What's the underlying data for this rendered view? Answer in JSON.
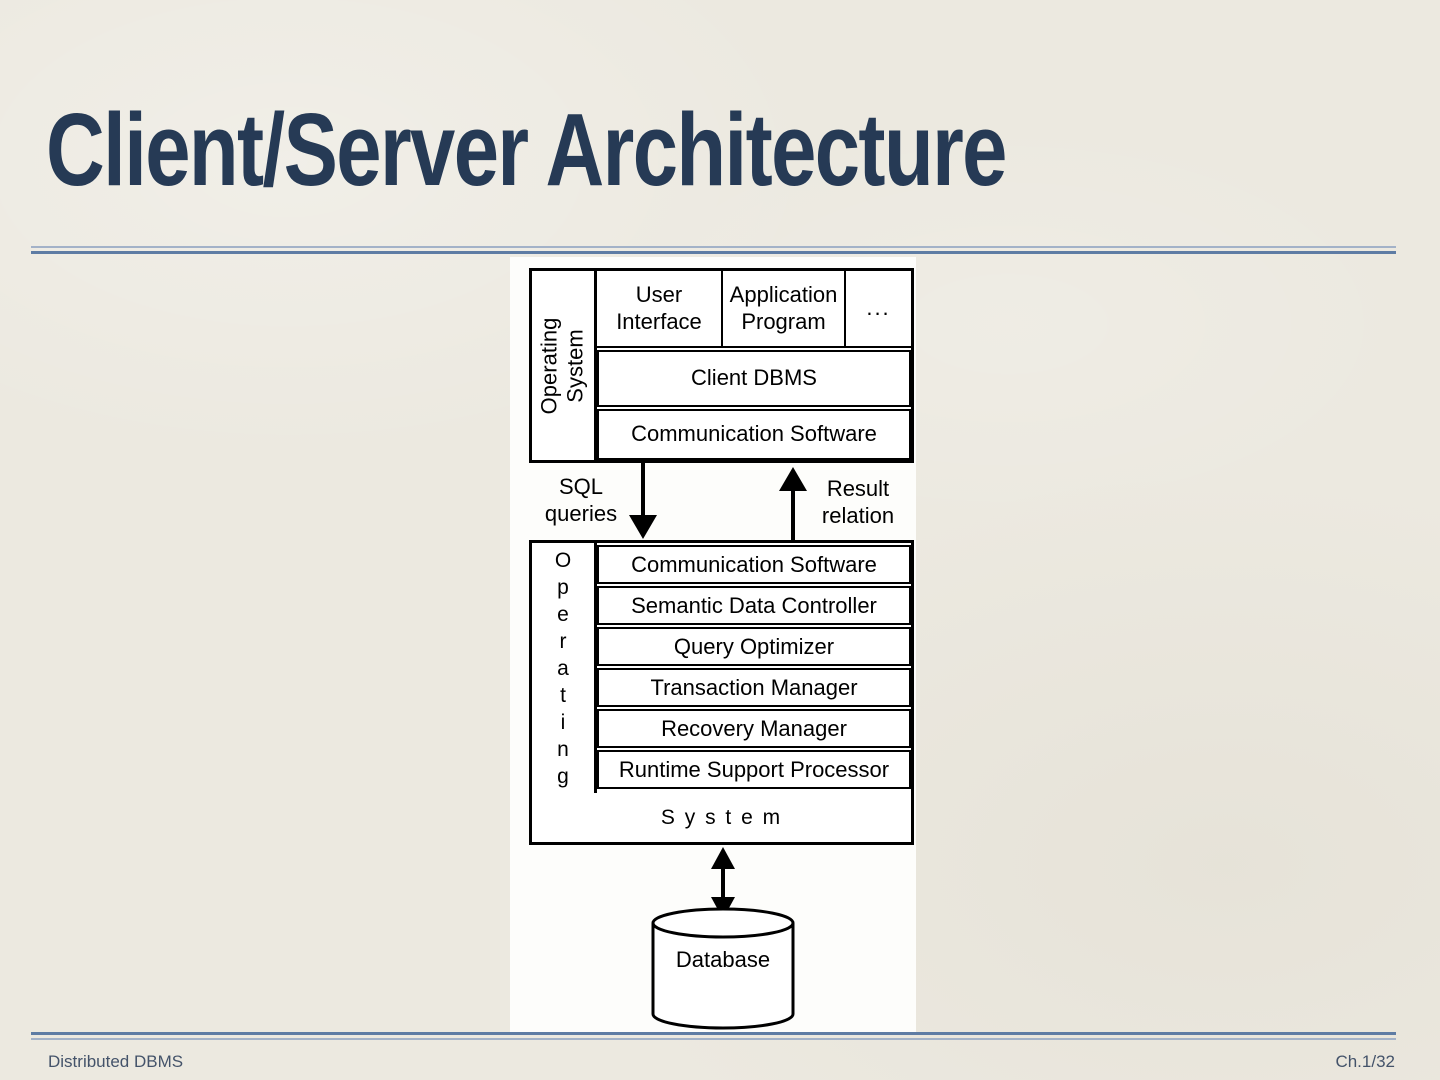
{
  "slide": {
    "title": "Client/Server Architecture",
    "footer_left": "Distributed DBMS",
    "footer_right": "Ch.1/32"
  },
  "colors": {
    "background": "#ece9e0",
    "title_text": "#263a55",
    "rule_light_blue": "#a3b2c8",
    "rule_dark_blue": "#5e7ca4",
    "footer_text": "#44536a",
    "diagram_panel": "#fdfdfb",
    "diagram_ink": "#000000"
  },
  "diagram": {
    "client": {
      "os_label": "Operating\nSystem",
      "top_cells": [
        "User\nInterface",
        "Application\nProgram",
        "..."
      ],
      "dbms_row": "Client DBMS",
      "comm_row": "Communication Software"
    },
    "links": {
      "sql_label": "SQL\nqueries",
      "result_label": "Result\nrelation"
    },
    "server": {
      "os_vertical": "O\np\ne\nr\na\nt\ni\nn\ng",
      "rows": [
        "Communication Software",
        "Semantic Data Controller",
        "Query Optimizer",
        "Transaction Manager",
        "Recovery Manager",
        "Runtime Support Processor"
      ],
      "system_label": "S y s t e m"
    },
    "database_label": "Database"
  }
}
